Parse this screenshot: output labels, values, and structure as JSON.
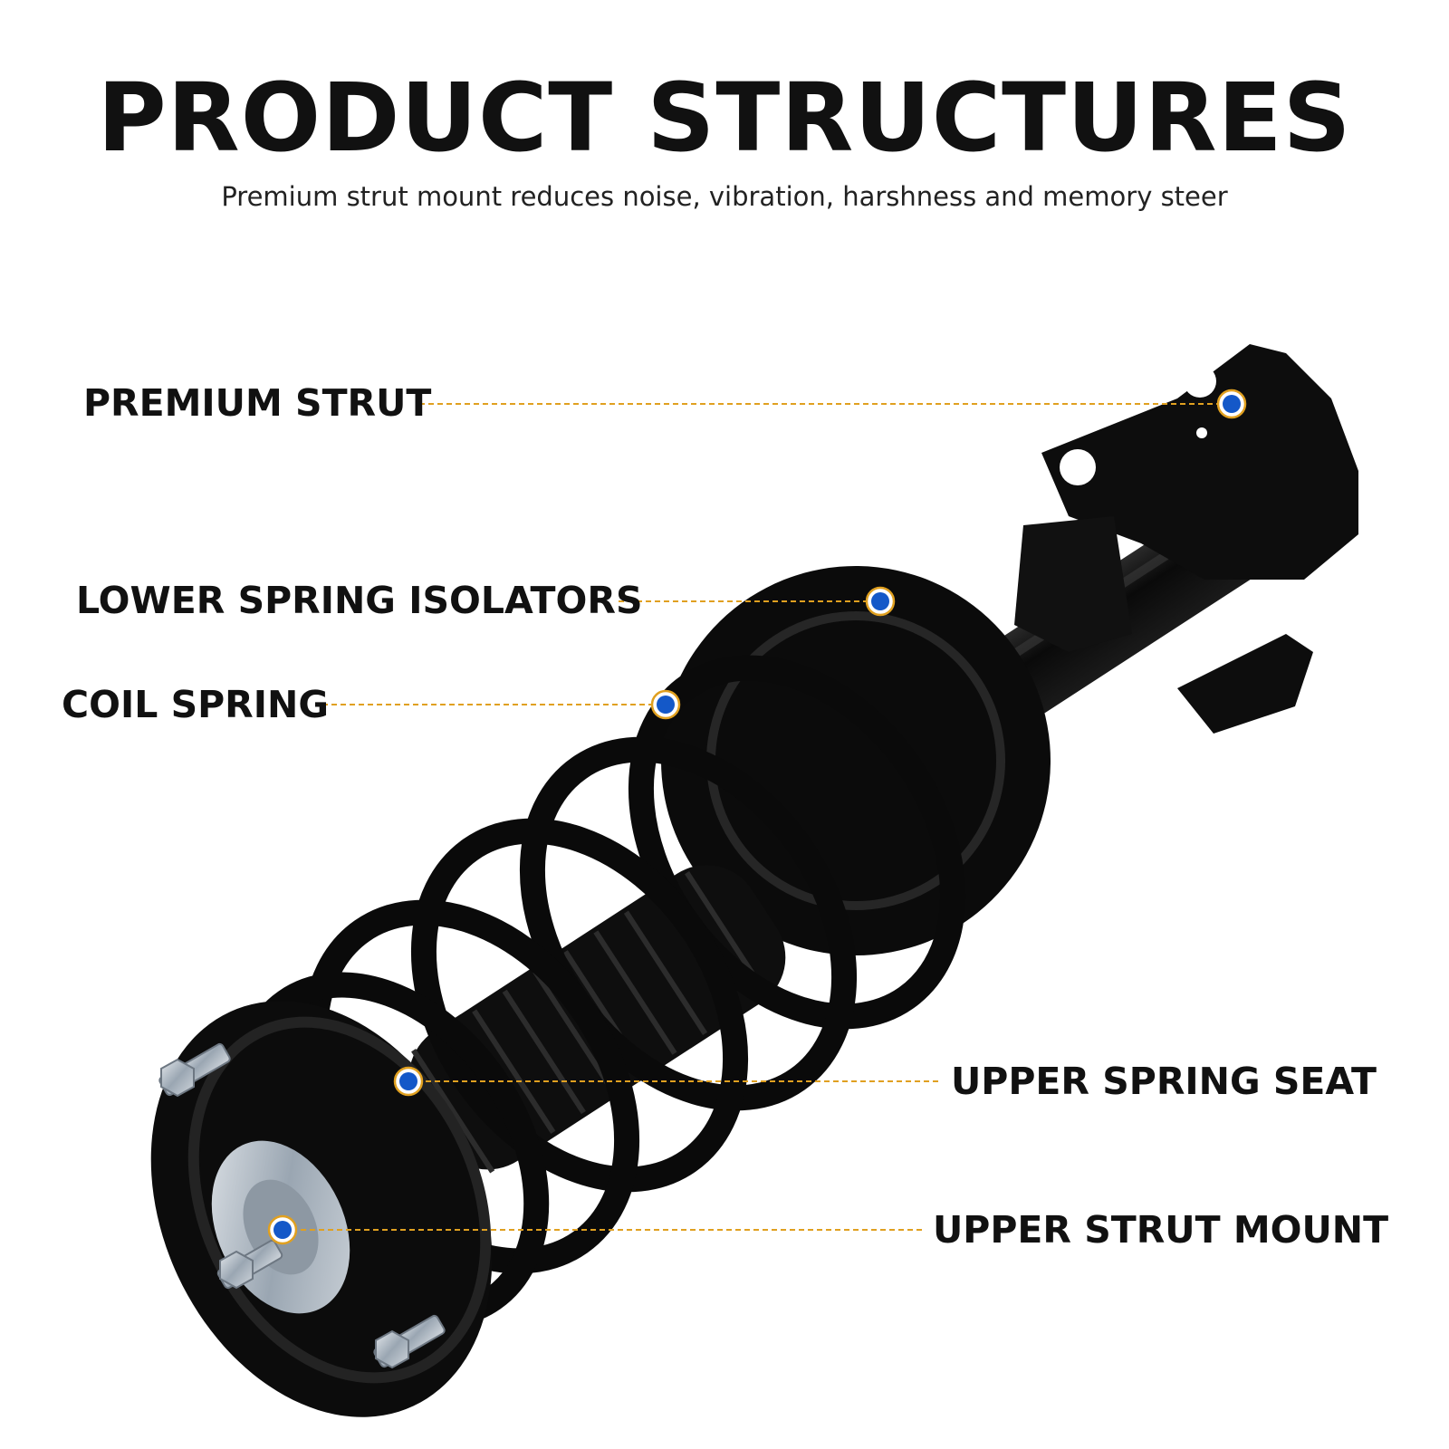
{
  "header": {
    "title": "PRODUCT STRUCTURES",
    "subtitle": "Premium strut mount reduces noise, vibration, harshness and memory steer"
  },
  "callouts": [
    {
      "id": "premium-strut",
      "label": "PREMIUM STRUT",
      "side": "left"
    },
    {
      "id": "lower-spring-isolators",
      "label": "LOWER SPRING ISOLATORS",
      "side": "left"
    },
    {
      "id": "coil-spring",
      "label": "COIL SPRING",
      "side": "left"
    },
    {
      "id": "upper-spring-seat",
      "label": "UPPER SPRING SEAT",
      "side": "right"
    },
    {
      "id": "upper-strut-mount",
      "label": "UPPER STRUT MOUNT",
      "side": "right"
    }
  ],
  "colors": {
    "leader_line": "#e0a020",
    "marker_fill": "#1458c8",
    "marker_ring": "#e0a020",
    "part_black": "#0d0d0d",
    "metal": "#b8c2cc"
  }
}
